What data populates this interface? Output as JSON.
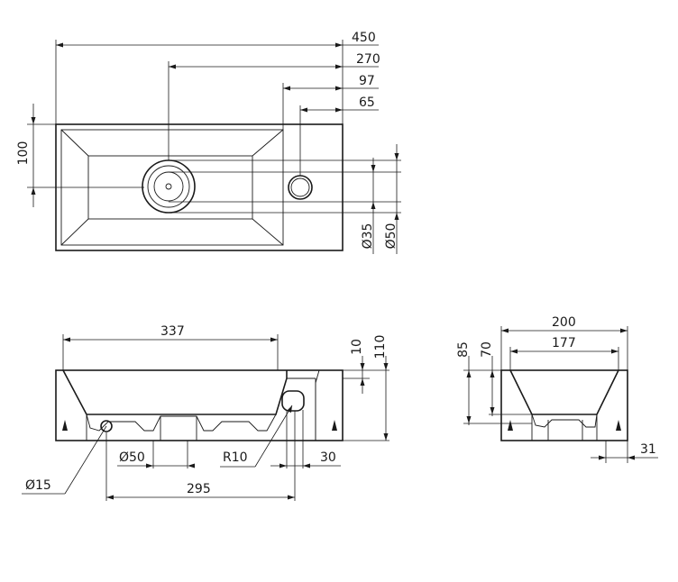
{
  "top_view": {
    "dims": {
      "overall_width": "450",
      "drain_offset": "270",
      "tap_offset": "97",
      "tap_center": "65",
      "depth": "100",
      "drain_dia_inner": "Ø35",
      "drain_dia_outer": "Ø50"
    }
  },
  "front_view": {
    "dims": {
      "bowl_width": "337",
      "rim_height": "10",
      "total_height": "110",
      "waste_dia": "Ø50",
      "radius": "R10",
      "tap_offset": "30",
      "hole_dia": "Ø15",
      "hole_distance": "295"
    }
  },
  "side_view": {
    "dims": {
      "width": "200",
      "inner_width": "177",
      "height_outer": "85",
      "height_inner": "70",
      "base_offset": "31"
    }
  }
}
